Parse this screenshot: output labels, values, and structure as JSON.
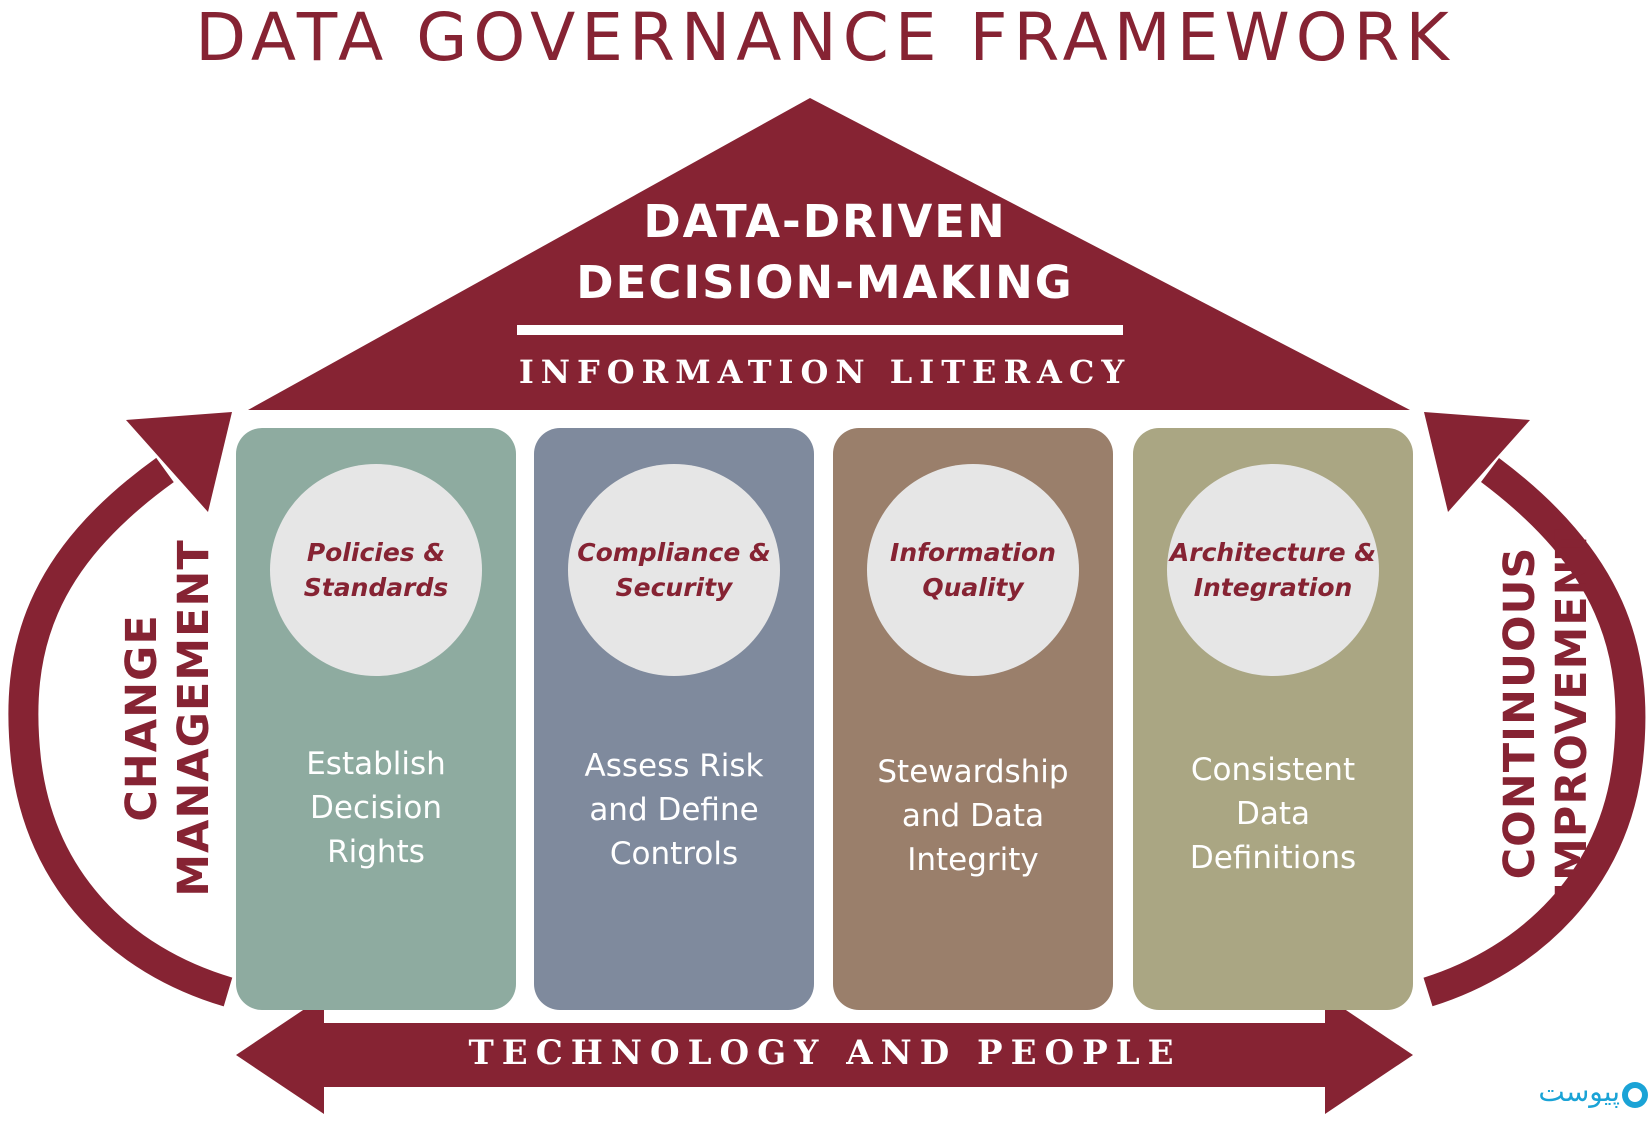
{
  "title": "DATA GOVERNANCE FRAMEWORK",
  "roof": {
    "line1": "DATA-DRIVEN",
    "line2": "DECISION-MAKING",
    "subtitle": "INFORMATION LITERACY"
  },
  "pillars": [
    {
      "circle_lines": [
        "Policies &",
        "Standards"
      ],
      "text_lines": [
        "Establish",
        "Decision",
        "Rights"
      ],
      "color": "#8eaba0"
    },
    {
      "circle_lines": [
        "Compliance &",
        "Security"
      ],
      "text_lines": [
        "Assess Risk",
        "and Define",
        "Controls"
      ],
      "color": "#7f8a9d"
    },
    {
      "circle_lines": [
        "Information",
        "Quality"
      ],
      "text_lines": [
        "Stewardship",
        "and Data",
        "Integrity"
      ],
      "color": "#9a7f6b"
    },
    {
      "circle_lines": [
        "Architecture &",
        "Integration"
      ],
      "text_lines": [
        "Consistent",
        "Data",
        "Definitions"
      ],
      "color": "#aaa683"
    }
  ],
  "left_label": [
    "CHANGE",
    "MANAGEMENT"
  ],
  "right_label": [
    "CONTINUOUS",
    "IMPROVEMENT"
  ],
  "base_label": "TECHNOLOGY AND PEOPLE",
  "watermark": "پیوست",
  "colors": {
    "accent": "#862333",
    "circle": "#e6e6e6",
    "background": "#ffffff"
  }
}
